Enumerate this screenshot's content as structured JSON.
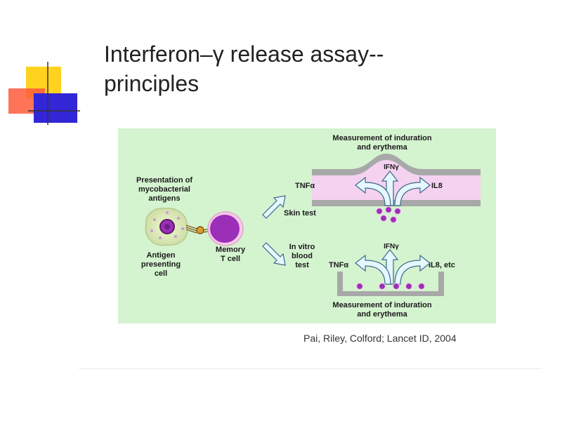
{
  "slide": {
    "title_line1": "Interferon–γ release assay--",
    "title_line2": "principles",
    "citation": "Pai, Riley, Colford; Lancet ID, 2004"
  },
  "diagram": {
    "presentation_label": [
      "Presentation of",
      "mycobacterial",
      "antigens"
    ],
    "apc_label": [
      "Antigen",
      "presenting",
      "cell"
    ],
    "memory_label": [
      "Memory",
      "T cell"
    ],
    "skin_test_label": "Skin test",
    "in_vitro_label": [
      "In vitro",
      "blood",
      "test"
    ],
    "top_measure_label": [
      "Measurement of induration",
      "and erythema"
    ],
    "bottom_measure_label": [
      "Measurement of induration",
      "and erythema"
    ],
    "top_ifn": "IFNγ",
    "top_tnf": "TNFα",
    "top_il8": "IL8",
    "bottom_ifn": "IFNγ",
    "bottom_tnf": "TNFα",
    "bottom_il8": "IL8, etc"
  },
  "colors": {
    "figure_bg": "#d4f3cf",
    "cell_purple": "#9b2fb8",
    "skin_pink": "#f4d2f0",
    "arrow_fill": "#e6f7ff",
    "logo_yellow": "#ffd21e",
    "logo_red": "#ff5a3c",
    "logo_blue": "#3326d6"
  }
}
